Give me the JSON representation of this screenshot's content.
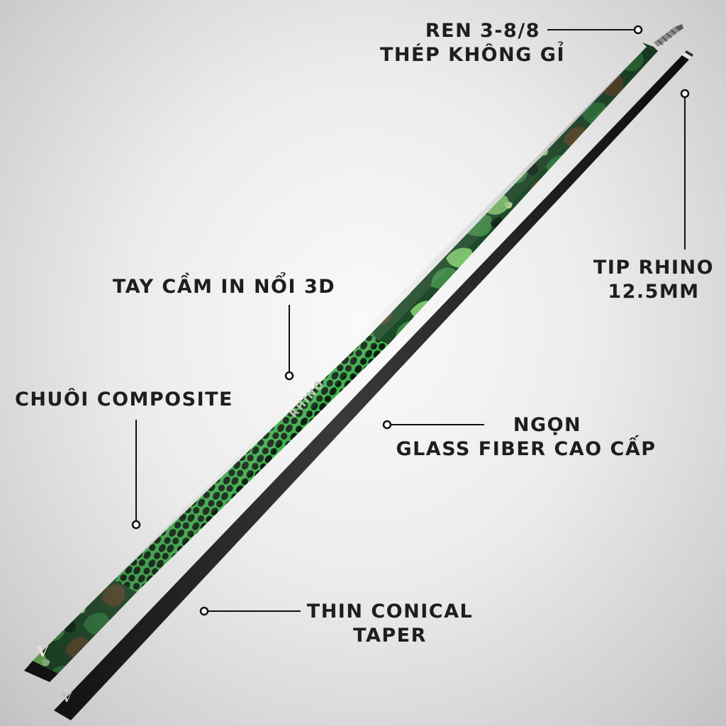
{
  "product": {
    "brand_text": "RHINO",
    "butt_logo": "V",
    "shaft_logo": "V",
    "colors": {
      "camo_dark": "#14351d",
      "camo_mid": "#2e7a3c",
      "camo_light": "#7cc46a",
      "camo_brown": "#5a4a2c",
      "shaft_black": "#1c1c1c",
      "ring_gold": "#b8a46a",
      "web_green": "#3db04a"
    }
  },
  "callouts": {
    "thread": {
      "line1": "REN 3-8/8",
      "line2": "THÉP KHÔNG GỈ"
    },
    "tip": {
      "line1": "TIP RHINO",
      "line2": "12.5MM"
    },
    "grip": {
      "line1": "TAY CẦM IN NỔI 3D"
    },
    "butt": {
      "line1": "CHUÔI COMPOSITE"
    },
    "shaft": {
      "line1": "NGỌN",
      "line2": "GLASS FIBER CAO CẤP"
    },
    "taper": {
      "line1": "THIN CONICAL",
      "line2": "TAPER"
    }
  }
}
